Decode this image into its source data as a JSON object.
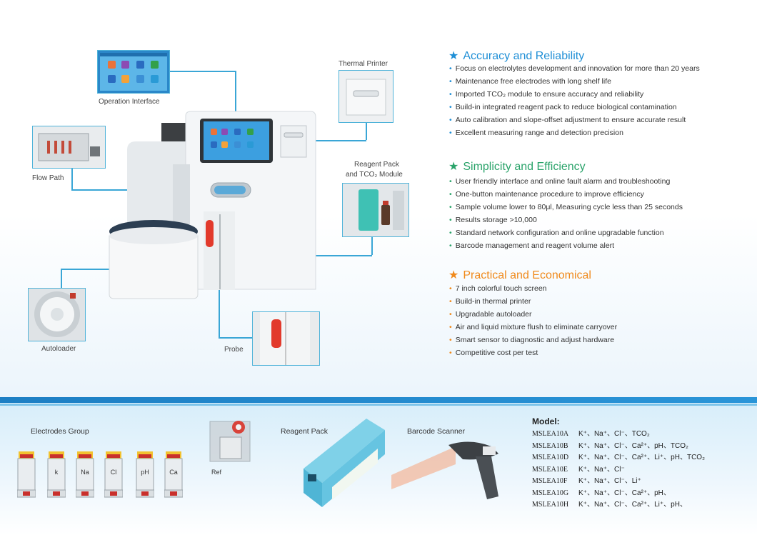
{
  "callouts": {
    "operation_interface": "Operation Interface",
    "thermal_printer": "Thermal Printer",
    "flow_path": "Flow Path",
    "reagent_pack_line1": "Reagent Pack",
    "reagent_pack_line2": "and TCO₂ Module",
    "autoloader": "Autoloader",
    "probe": "Probe"
  },
  "sections": [
    {
      "title": "Accuracy and Reliability",
      "color": "#1f8fd6",
      "items": [
        "Focus on electrolytes development and innovation for more than 20 years",
        "Maintenance free electrodes with long shelf life",
        "Imported TCO₂ module to ensure accuracy and reliability",
        "Build-in integrated reagent pack to reduce biological contamination",
        "Auto calibration and slope-offset adjustment to ensure accurate result",
        "Excellent measuring range and detection precision"
      ]
    },
    {
      "title": "Simplicity and Efficiency",
      "color": "#2aa36a",
      "items": [
        "User friendly interface and online fault alarm and troubleshooting",
        "One-button maintenance procedure to improve efficiency",
        "Sample volume lower to 80μl, Measuring cycle less than 25 seconds",
        "Results storage >10,000",
        "Standard network configuration and online upgradable function",
        "Barcode management and reagent volume alert"
      ]
    },
    {
      "title": "Practical and Economical",
      "color": "#f08a1c",
      "items": [
        "7 inch colorful touch screen",
        "Build-in thermal printer",
        "Upgradable autoloader",
        "Air and liquid mixture flush to eliminate carryover",
        "Smart sensor to diagnostic and adjust hardware",
        "Competitive cost per test"
      ]
    }
  ],
  "bottom": {
    "electrodes_group": "Electrodes Group",
    "reagent_pack": "Reagent Pack",
    "barcode_scanner": "Barcode Scanner",
    "electrode_labels": [
      "",
      "k",
      "Na",
      "Cl",
      "pH",
      "Ca",
      "Ref"
    ],
    "model_title": "Model:",
    "models": [
      {
        "code": "MSLEA10A",
        "ions": "K⁺、Na⁺、Cl⁻、TCO₂"
      },
      {
        "code": "MSLEA10B",
        "ions": "K⁺、Na⁺、Cl⁻、Ca²⁺、pH、TCO₂"
      },
      {
        "code": "MSLEA10D",
        "ions": "K⁺、Na⁺、Cl⁻、Ca²⁺、Li⁺、pH、TCO₂"
      },
      {
        "code": "MSLEA10E",
        "ions": "K⁺、Na⁺、Cl⁻"
      },
      {
        "code": "MSLEA10F",
        "ions": "K⁺、Na⁺、Cl⁻、Li⁺"
      },
      {
        "code": "MSLEA10G",
        "ions": "K⁺、Na⁺、Cl⁻、Ca²⁺、pH、"
      },
      {
        "code": "MSLEA10H",
        "ions": "K⁺、Na⁺、Cl⁻、Ca²⁺、Li⁺、pH、"
      }
    ]
  },
  "colors": {
    "accent_blue": "#1f8fd6",
    "accent_green": "#2aa36a",
    "accent_orange": "#f08a1c",
    "callout_line": "#3aa6d6",
    "band": "#1d7fc4"
  }
}
